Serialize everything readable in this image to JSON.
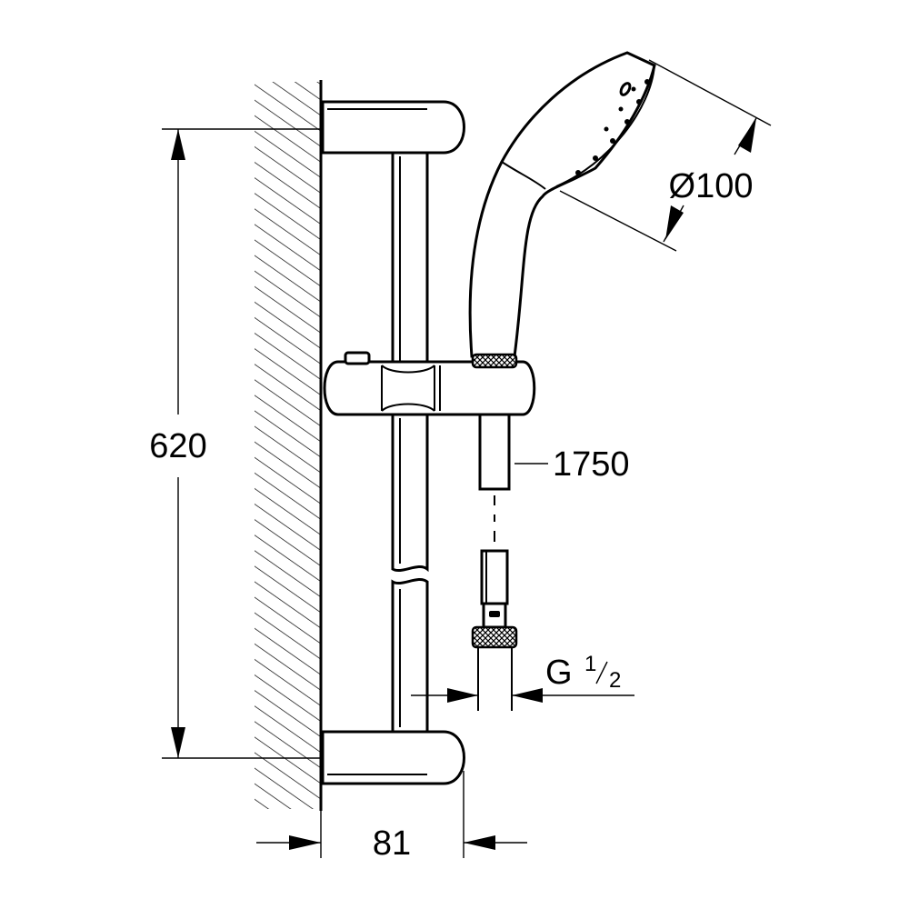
{
  "dimensions": {
    "height": "620",
    "depth": "81",
    "head_diameter": "Ø100",
    "hose_length": "1750",
    "thread_main": "G",
    "thread_num": "1",
    "thread_den": "2"
  },
  "colors": {
    "line": "#000000",
    "background": "#ffffff"
  }
}
